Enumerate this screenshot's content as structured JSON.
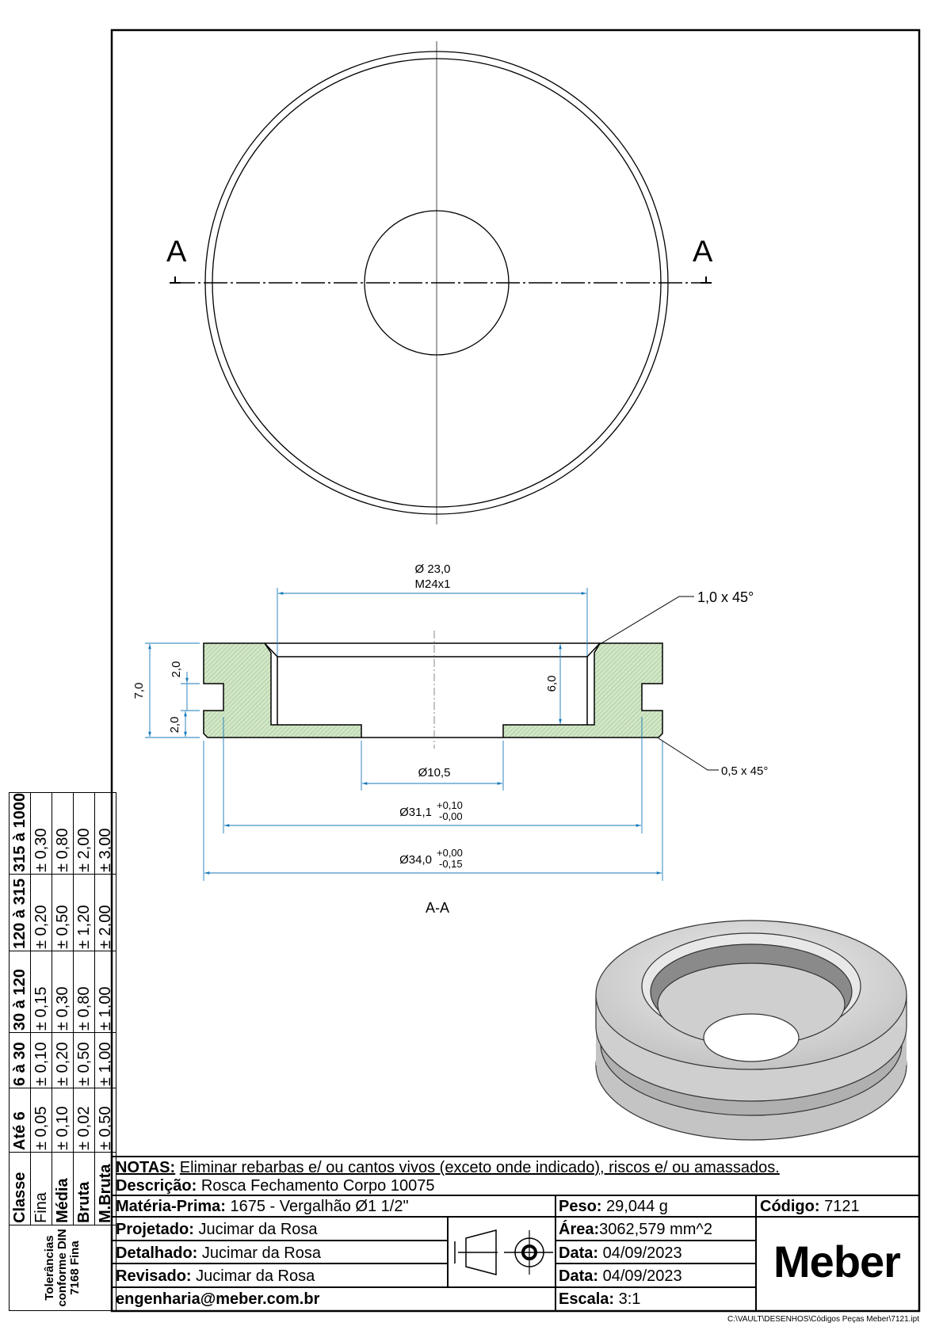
{
  "top_view": {
    "section_label_left": "A",
    "section_label_right": "A"
  },
  "section_view": {
    "title": "A-A",
    "dim_thread_diameter": "Ø 23,0",
    "dim_thread_spec": "M24x1",
    "chamfer_top": "1,0 x 45°",
    "chamfer_bottom": "0,5 x 45°",
    "dim_hole": "Ø10,5",
    "dim_groove_main": "Ø31,1",
    "dim_groove_tol_upper": "+0,10",
    "dim_groove_tol_lower": "-0,00",
    "dim_outer_main": "Ø34,0",
    "dim_outer_tol_upper": "+0,00",
    "dim_outer_tol_lower": "-0,15",
    "dim_height_total": "7,0",
    "dim_height_top": "2,0",
    "dim_height_bottom": "2,0",
    "dim_depth": "6,0",
    "hatch_color": "#d3e6c8"
  },
  "tolerances": {
    "title": "Tolerâncias conforme DIN 7168 Fina",
    "headers": [
      "Classe",
      "Até 6",
      "6 à 30",
      "30 à 120",
      "120 à 315",
      "315 à 1000"
    ],
    "rows": [
      [
        "Fina",
        "± 0,05",
        "± 0,10",
        "± 0,15",
        "± 0,20",
        "± 0,30"
      ],
      [
        "Média",
        "± 0,10",
        "± 0,20",
        "± 0,30",
        "± 0,50",
        "± 0,80"
      ],
      [
        "Bruta",
        "± 0,02",
        "± 0,50",
        "± 0,80",
        "± 1,20",
        "± 2,00"
      ],
      [
        "M.Bruta",
        "± 0,50",
        "± 1,00",
        "± 1,00",
        "± 2,00",
        "± 3,00"
      ]
    ]
  },
  "title_block": {
    "notas_label": "NOTAS:",
    "notas": "Eliminar rebarbas e/ ou cantos vivos (exceto onde indicado), riscos e/ ou amassados.",
    "descricao_label": "Descrição:",
    "descricao": "Rosca Fechamento Corpo 10075",
    "materia_label": "Matéria-Prima:",
    "materia": "1675 - Vergalhão Ø1 1/2\"",
    "peso_label": "Peso:",
    "peso": "29,044 g",
    "codigo_label": "Código:",
    "codigo": "7121",
    "projetado_label": "Projetado:",
    "projetado": "Jucimar da Rosa",
    "detalhado_label": "Detalhado:",
    "detalhado": "Jucimar da Rosa",
    "revisado_label": "Revisado:",
    "revisado": "Jucimar da Rosa",
    "email": "engenharia@meber.com.br",
    "area_label": "Área:",
    "area": "3062,579 mm^2",
    "data1_label": "Data:",
    "data1": "04/09/2023",
    "data2_label": "Data:",
    "data2": "04/09/2023",
    "escala_label": "Escala:",
    "escala": "3:1",
    "logo": "Meber",
    "file_path": "C:\\VAULT\\DESENHOS\\Códigos Peças Meber\\7121.ipt"
  }
}
